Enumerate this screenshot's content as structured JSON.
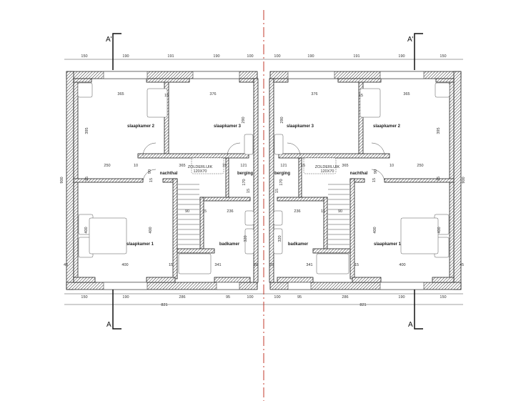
{
  "title": "Floor plan - first floor (mirrored semi-detached)",
  "colors": {
    "axis": "#c0392b",
    "wall": "#222222"
  },
  "sections": {
    "top": "A'",
    "bottom": "A"
  },
  "rooms": [
    "slaapkamer 2",
    "slaapkamer 3",
    "nachthal",
    "berging",
    "badkamer",
    "slaapkamer 1"
  ],
  "hatch_label": [
    "ZOLDERLUIK",
    "120X70"
  ],
  "dims_top": [
    "150",
    "190",
    "191",
    "190",
    "100"
  ],
  "dims_bottom": [
    "150",
    "190",
    "286",
    "95",
    "100"
  ],
  "dim_total": "821",
  "dim_depth": "900",
  "dims_interior": [
    "365",
    "15",
    "376",
    "395",
    "290",
    "250",
    "10",
    "90",
    "365",
    "15",
    "15",
    "121",
    "15",
    "170",
    "15",
    "90",
    "15",
    "236",
    "400",
    "400",
    "320",
    "45",
    "400",
    "15",
    "341",
    "20"
  ]
}
